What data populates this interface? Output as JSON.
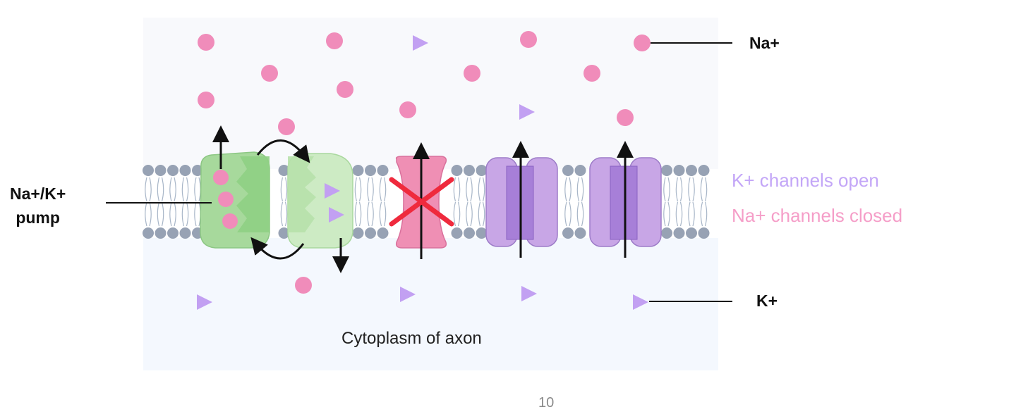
{
  "labels": {
    "sodium": "Na+",
    "potassium": "K+",
    "pump_line1": "Na+/K+",
    "pump_line2": "pump",
    "k_channels": "K+ channels open",
    "na_channels": "Na+ channels closed",
    "cytoplasm": "Cytoplasm of axon",
    "page_number": "10"
  },
  "colors": {
    "sodium_ion": "#f08cba",
    "potassium_ion": "#c2a0f2",
    "pump_dark": "#9ed494",
    "pump_light": "#cdeac5",
    "na_channel": "#ef8fb4",
    "k_channel_outer": "#c8a6e6",
    "k_channel_inner": "#a77fd8",
    "closed_mark": "#ef2a3d",
    "membrane_head": "#97a2b4",
    "cytoplasm_bg": "#f6f9fe",
    "k_text": "#c3a6f7",
    "na_text": "#f59ec8"
  },
  "icons": {
    "sodium": "circle",
    "potassium": "triangle",
    "closed": "x-mark",
    "direction": "arrow"
  }
}
